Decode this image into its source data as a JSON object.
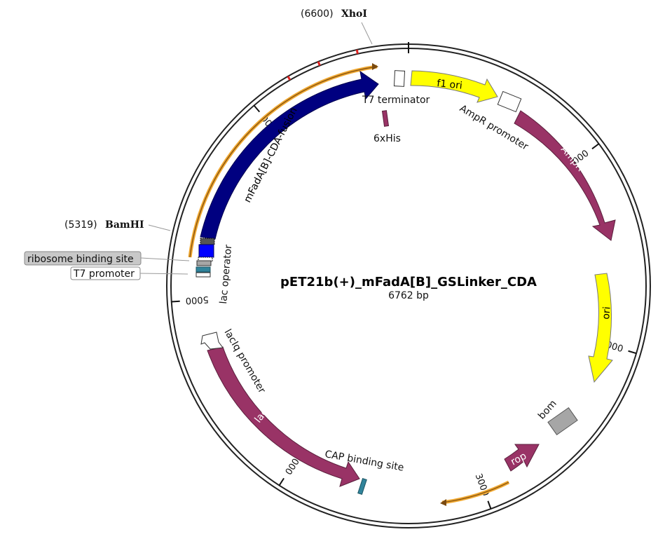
{
  "map": {
    "title": "pET21b(+)_mFadA[B]_GSLinker_CDA",
    "length_label": "6762 bp",
    "total_bp": 6762
  },
  "colors": {
    "backbone": "#222222",
    "yellow": "#ffff00",
    "purple": "#993366",
    "navy": "#000080",
    "blue": "#0000ff",
    "teal": "#31849b",
    "gray": "#a6a6a6",
    "orange": "#f0a830",
    "red": "#e02020"
  },
  "ticks": [
    {
      "bp": 1000,
      "label": "1000"
    },
    {
      "bp": 2000,
      "label": "2000"
    },
    {
      "bp": 3000,
      "label": "3000"
    },
    {
      "bp": 4000,
      "label": "4000"
    },
    {
      "bp": 5000,
      "label": "5000"
    },
    {
      "bp": 6000,
      "label": "6000"
    }
  ],
  "sites": [
    {
      "position": "(6600)",
      "name": "XhoI"
    },
    {
      "position": "(5319)",
      "name": "BamHI"
    }
  ],
  "features": [
    {
      "id": "f1-ori",
      "label": "f1 ori",
      "color": "yellow",
      "direction": "cw"
    },
    {
      "id": "ampr-promoter",
      "label": "AmpR promoter",
      "color": "white"
    },
    {
      "id": "ampr",
      "label": "AmpR",
      "color": "purple",
      "direction": "cw"
    },
    {
      "id": "ori",
      "label": "ori",
      "color": "yellow",
      "direction": "cw"
    },
    {
      "id": "bom",
      "label": "bom",
      "color": "gray"
    },
    {
      "id": "rop",
      "label": "rop",
      "color": "purple",
      "direction": "ccw"
    },
    {
      "id": "cap-binding-site",
      "label": "CAP binding site",
      "color": "teal"
    },
    {
      "id": "laci",
      "label": "lacI",
      "color": "purple",
      "direction": "ccw"
    },
    {
      "id": "laciq-promoter",
      "label": "lacIq promoter",
      "color": "white"
    },
    {
      "id": "lac-operator",
      "label": "lac operator",
      "color": "white"
    },
    {
      "id": "t7-promoter",
      "label": "T7 promoter",
      "color": "teal"
    },
    {
      "id": "rbs",
      "label": "ribosome binding site",
      "color": "gray"
    },
    {
      "id": "mfada-fusion",
      "label": "mFadA[B]-CDA-fusion",
      "color": "navy",
      "direction": "cw"
    },
    {
      "id": "his-tag",
      "label": "6xHis",
      "color": "purple"
    },
    {
      "id": "t7-terminator",
      "label": "T7 terminator",
      "color": "white"
    }
  ]
}
